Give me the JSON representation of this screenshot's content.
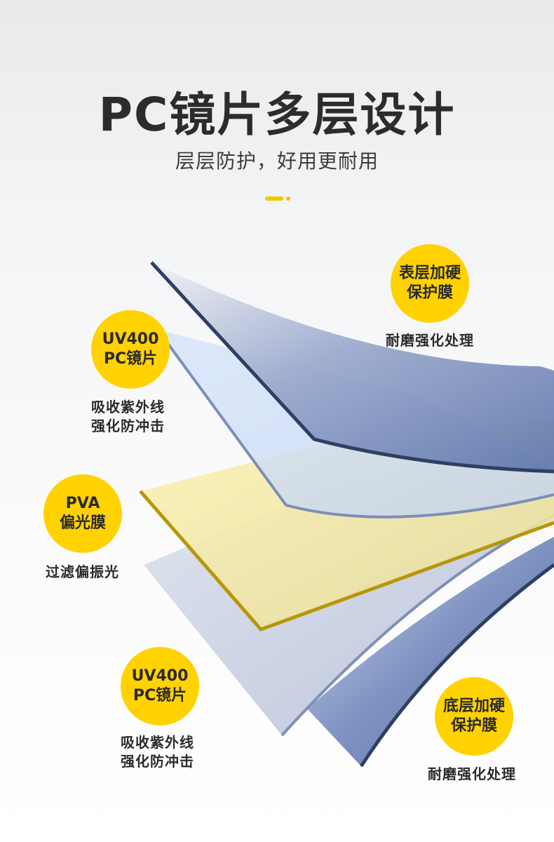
{
  "header": {
    "title": "PC镜片多层设计",
    "subtitle": "层层防护，好用更耐用"
  },
  "colors": {
    "accent": "#f5c400",
    "badge": "#ffd200",
    "navy_edge": "#2f3f63",
    "gold_edge": "#b8960a"
  },
  "labels": {
    "top_coat": {
      "badge": [
        "表层加硬",
        "保护膜"
      ],
      "desc": [
        "耐磨强化处理"
      ]
    },
    "uv_upper": {
      "badge": [
        "UV400",
        "PC镜片"
      ],
      "desc": [
        "吸收紫外线",
        "强化防冲击"
      ]
    },
    "pva": {
      "badge": [
        "PVA",
        "偏光膜"
      ],
      "desc": [
        "过滤偏振光"
      ]
    },
    "uv_lower": {
      "badge": [
        "UV400",
        "PC镜片"
      ],
      "desc": [
        "吸收紫外线",
        "强化防冲击"
      ]
    },
    "bottom_coat": {
      "badge": [
        "底层加硬",
        "保护膜"
      ],
      "desc": [
        "耐磨强化处理"
      ]
    }
  }
}
